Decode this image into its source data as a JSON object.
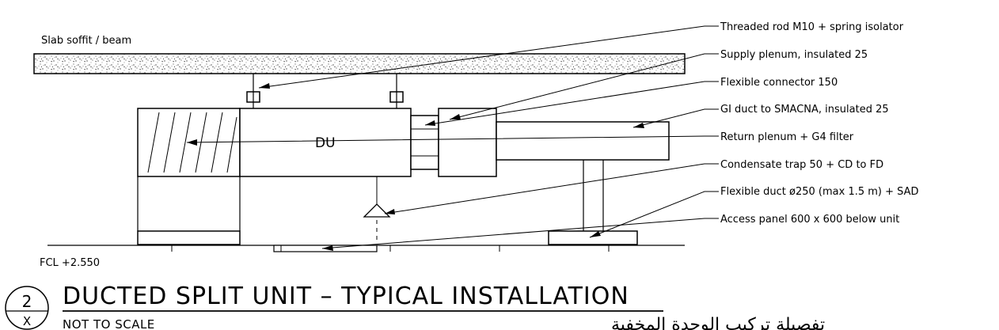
{
  "drawing": {
    "slab_label": "Slab soffit / beam",
    "unit_tag": "DU",
    "level_label": "FCL +2.550",
    "callouts": [
      {
        "id": "rod",
        "text": "Threaded rod M10 + spring isolator"
      },
      {
        "id": "supply-plenum",
        "text": "Supply plenum, insulated 25"
      },
      {
        "id": "flex-connector",
        "text": "Flexible connector 150"
      },
      {
        "id": "gi-duct",
        "text": "GI duct to SMACNA, insulated 25"
      },
      {
        "id": "return-plenum",
        "text": "Return plenum + G4 filter"
      },
      {
        "id": "condensate-trap",
        "text": "Condensate trap 50 + CD to FD"
      },
      {
        "id": "flex-duct",
        "text": "Flexible duct ø250 (max 1.5 m) + SAD"
      },
      {
        "id": "access-panel",
        "text": "Access panel 600 x 600 below unit"
      }
    ]
  },
  "title_block": {
    "detail_number": "2",
    "sheet_ref": "X",
    "title": "DUCTED SPLIT UNIT – TYPICAL INSTALLATION",
    "scale_note": "NOT TO SCALE",
    "title_arabic": "تفصيلة تركيب الوحدة المخفية"
  },
  "colors": {
    "line": "#000000",
    "background": "#ffffff"
  }
}
